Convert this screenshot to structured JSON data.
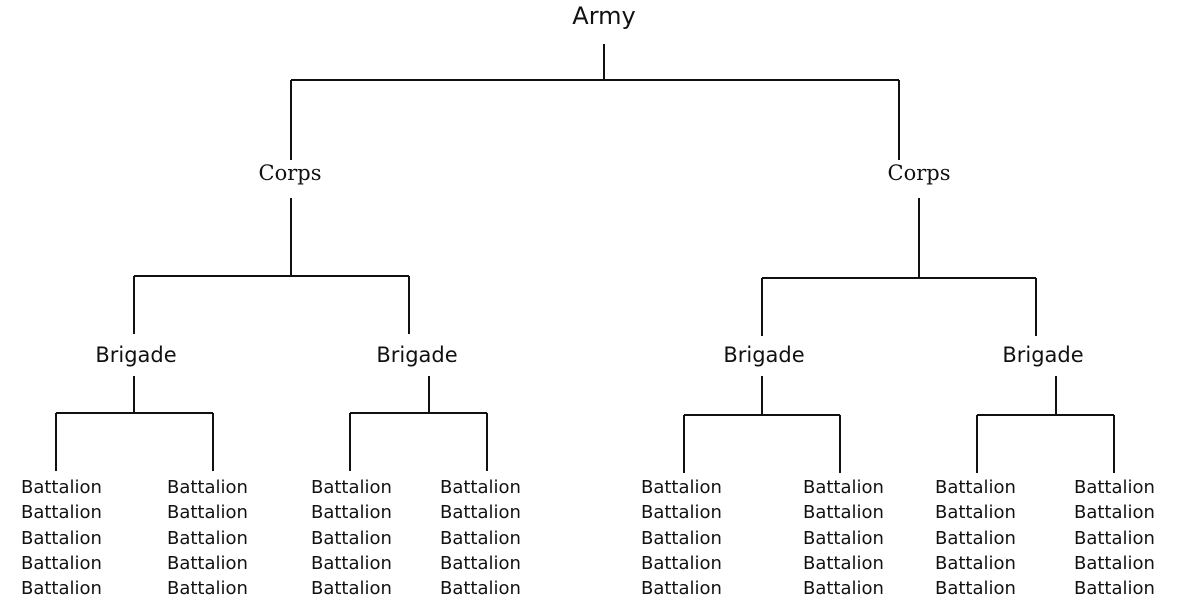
{
  "diagram": {
    "root": {
      "label": "Army",
      "children": [
        {
          "label": "Corps",
          "children": [
            {
              "label": "Brigade",
              "children": [
                {
                  "items": [
                    "Battalion",
                    "Battalion",
                    "Battalion",
                    "Battalion",
                    "Battalion"
                  ]
                },
                {
                  "items": [
                    "Battalion",
                    "Battalion",
                    "Battalion",
                    "Battalion",
                    "Battalion"
                  ]
                }
              ]
            },
            {
              "label": "Brigade",
              "children": [
                {
                  "items": [
                    "Battalion",
                    "Battalion",
                    "Battalion",
                    "Battalion",
                    "Battalion"
                  ]
                },
                {
                  "items": [
                    "Battalion",
                    "Battalion",
                    "Battalion",
                    "Battalion",
                    "Battalion"
                  ]
                }
              ]
            }
          ]
        },
        {
          "label": "Corps",
          "children": [
            {
              "label": "Brigade",
              "children": [
                {
                  "items": [
                    "Battalion",
                    "Battalion",
                    "Battalion",
                    "Battalion",
                    "Battalion"
                  ]
                },
                {
                  "items": [
                    "Battalion",
                    "Battalion",
                    "Battalion",
                    "Battalion",
                    "Battalion"
                  ]
                }
              ]
            },
            {
              "label": "Brigade",
              "children": [
                {
                  "items": [
                    "Battalion",
                    "Battalion",
                    "Battalion",
                    "Battalion",
                    "Battalion"
                  ]
                },
                {
                  "items": [
                    "Battalion",
                    "Battalion",
                    "Battalion",
                    "Battalion",
                    "Battalion"
                  ]
                }
              ]
            }
          ]
        }
      ]
    }
  },
  "colors": {
    "line": "#111111",
    "text": "#111111",
    "background": "#ffffff"
  }
}
